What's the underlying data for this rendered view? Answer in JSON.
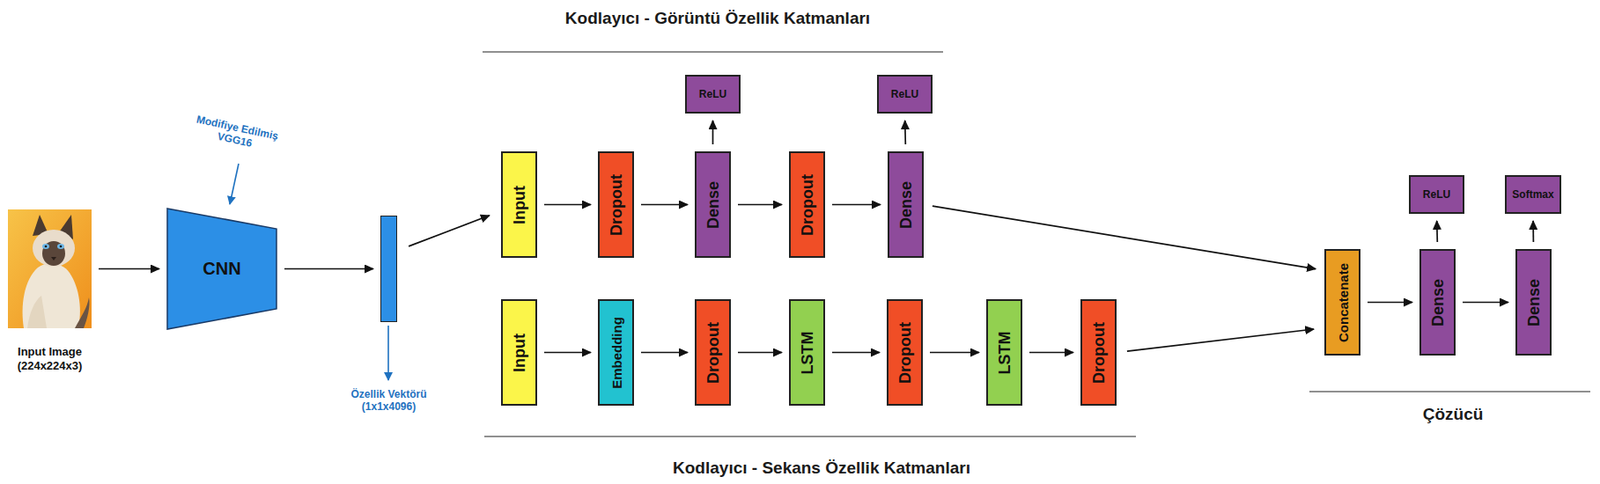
{
  "diagram": {
    "nodes": [
      {
        "text": [
          "Input Image (224x224x3)"
        ]
      },
      {
        "text": [
          "CNN"
        ]
      },
      {
        "text": [
          "Özellik Vektörü (1x1x4096)"
        ]
      },
      {
        "text": [
          "Input"
        ]
      },
      {
        "text": [
          "Dropout"
        ]
      },
      {
        "text": [
          "Dense"
        ]
      },
      {
        "text": [
          "ReLU"
        ]
      },
      {
        "text": [
          "Dropout"
        ]
      },
      {
        "text": [
          "Dense"
        ]
      },
      {
        "text": [
          "ReLU"
        ]
      },
      {
        "text": [
          "Input"
        ]
      },
      {
        "text": [
          "Embedding"
        ]
      },
      {
        "text": [
          "Dropout"
        ]
      },
      {
        "text": [
          "LSTM"
        ]
      },
      {
        "text": [
          "Dropout"
        ]
      },
      {
        "text": [
          "LSTM"
        ]
      },
      {
        "text": [
          "Dropout"
        ]
      },
      {
        "text": [
          "Concatenate"
        ]
      },
      {
        "text": [
          "Dense"
        ]
      },
      {
        "text": [
          "ReLU"
        ]
      },
      {
        "text": [
          "Dense"
        ]
      },
      {
        "text": [
          "Softmax"
        ]
      }
    ],
    "edges": [
      {
        "from": 0,
        "to": 1,
        "arrow": "to"
      },
      {
        "from": 1,
        "to": 2,
        "arrow": "to"
      },
      {
        "from": 2,
        "to": 3,
        "arrow": "to"
      },
      {
        "from": 3,
        "to": 4,
        "arrow": "to"
      },
      {
        "from": 4,
        "to": 5,
        "arrow": "to"
      },
      {
        "from": 5,
        "to": 6,
        "arrow": "to"
      },
      {
        "from": 5,
        "to": 7,
        "arrow": "to"
      },
      {
        "from": 7,
        "to": 8,
        "arrow": "to"
      },
      {
        "from": 8,
        "to": 9,
        "arrow": "to"
      },
      {
        "from": 8,
        "to": 17,
        "arrow": "to"
      },
      {
        "from": 10,
        "to": 11,
        "arrow": "to"
      },
      {
        "from": 11,
        "to": 12,
        "arrow": "to"
      },
      {
        "from": 12,
        "to": 13,
        "arrow": "to"
      },
      {
        "from": 13,
        "to": 14,
        "arrow": "to"
      },
      {
        "from": 14,
        "to": 15,
        "arrow": "to"
      },
      {
        "from": 15,
        "to": 16,
        "arrow": "to"
      },
      {
        "from": 16,
        "to": 17,
        "arrow": "to"
      },
      {
        "from": 17,
        "to": 18,
        "arrow": "to"
      },
      {
        "from": 18,
        "to": 19,
        "arrow": "to"
      },
      {
        "from": 18,
        "to": 20,
        "arrow": "to"
      },
      {
        "from": 20,
        "to": 21,
        "arrow": "to"
      }
    ],
    "labels": [
      "Modifiye Edilmiş VGG16",
      "Kodlayıcı - Görüntü Özellik Katmanları",
      "Kodlayıcı - Sekans Özellik Katmanları",
      "Çözücü"
    ]
  }
}
